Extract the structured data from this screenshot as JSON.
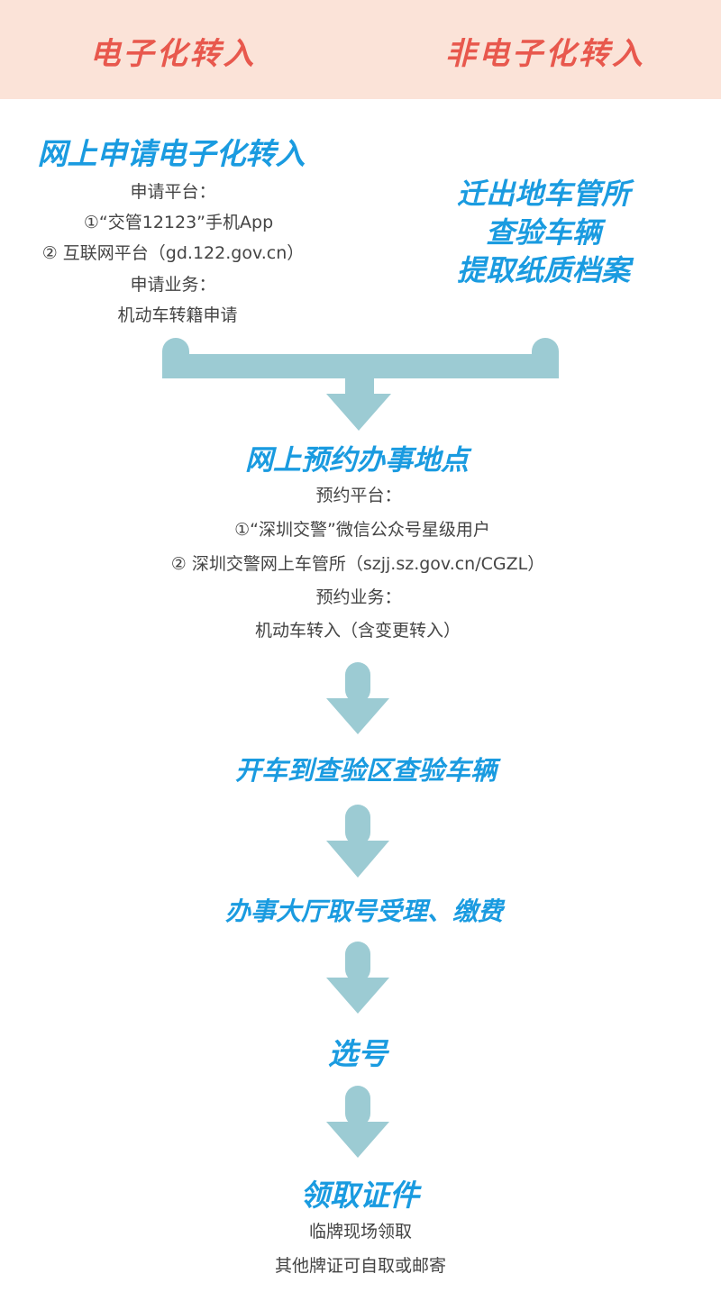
{
  "header": {
    "left": "电子化转入",
    "right": "非电子化转入"
  },
  "electronic": {
    "title": "网上申请电子化转入",
    "lines": [
      "申请平台：",
      "①“交管12123”手机App",
      "② 互联网平台（gd.122.gov.cn）",
      "申请业务：",
      "机动车转籍申请"
    ]
  },
  "non_electronic": {
    "lines": [
      "迁出地车管所",
      "查验车辆",
      "提取纸质档案"
    ]
  },
  "step_booking": {
    "title": "网上预约办事地点",
    "lines": [
      "预约平台：",
      "①“深圳交警”微信公众号星级用户",
      "② 深圳交警网上车管所（szjj.sz.gov.cn/CGZL）",
      "预约业务：",
      "机动车转入（含变更转入）"
    ]
  },
  "step_inspect": {
    "title": "开车到查验区查验车辆"
  },
  "step_hall": {
    "title": "办事大厅取号受理、缴费"
  },
  "step_number": {
    "title": "选号"
  },
  "step_cert": {
    "title": "领取证件",
    "lines": [
      "临牌现场领取",
      "其他牌证可自取或邮寄"
    ]
  },
  "colors": {
    "header_bg": "#fbe3d8",
    "header_text": "#e8584d",
    "heading": "#1a9be0",
    "arrow": "#9ccbd3",
    "body": "#444444"
  }
}
